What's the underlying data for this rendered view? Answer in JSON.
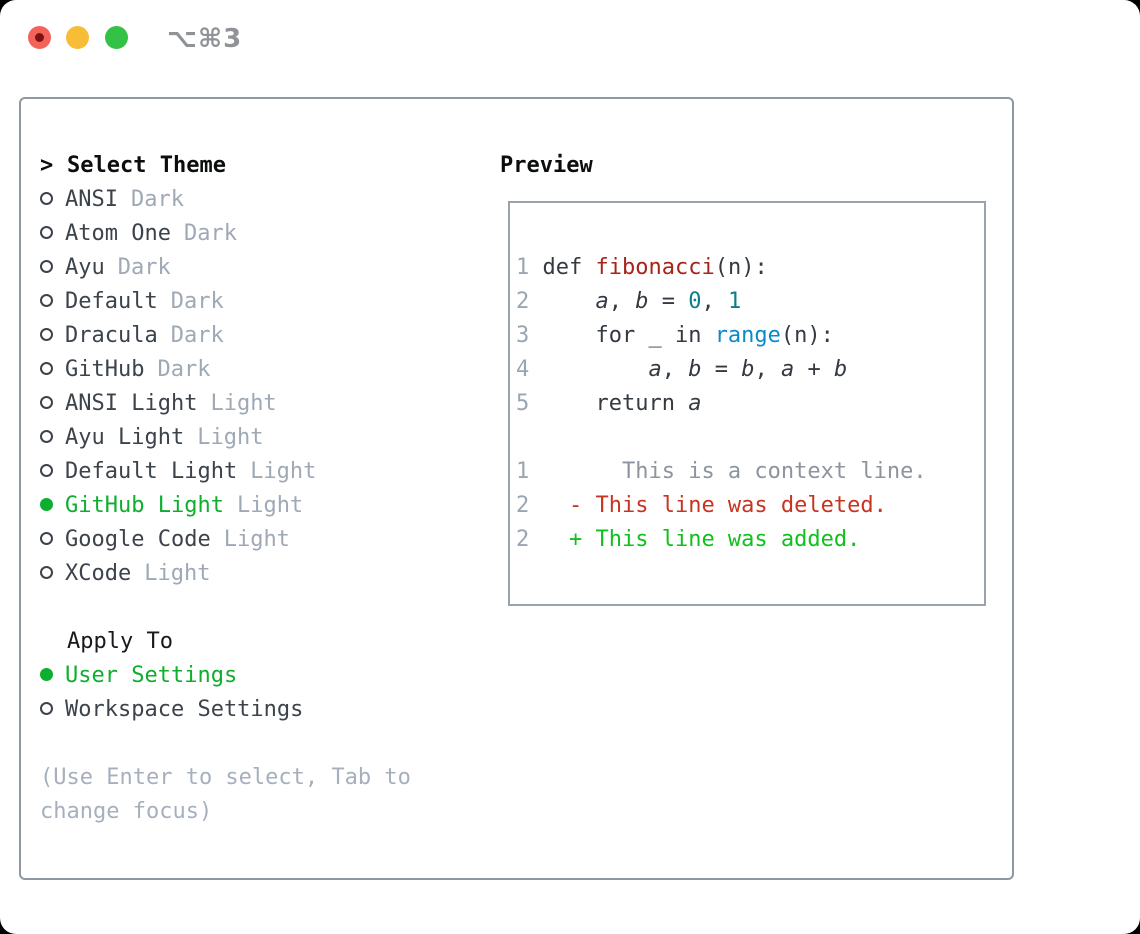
{
  "titlebar": {
    "shortcut": "⌥⌘3"
  },
  "theme_list": {
    "prompt": ">",
    "header": "Select Theme",
    "items": [
      {
        "name": "ANSI",
        "tag": "Dark",
        "selected": false
      },
      {
        "name": "Atom One",
        "tag": "Dark",
        "selected": false
      },
      {
        "name": "Ayu",
        "tag": "Dark",
        "selected": false
      },
      {
        "name": "Default",
        "tag": "Dark",
        "selected": false
      },
      {
        "name": "Dracula",
        "tag": "Dark",
        "selected": false
      },
      {
        "name": "GitHub",
        "tag": "Dark",
        "selected": false
      },
      {
        "name": "ANSI Light",
        "tag": "Light",
        "selected": false
      },
      {
        "name": "Ayu Light",
        "tag": "Light",
        "selected": false
      },
      {
        "name": "Default Light",
        "tag": "Light",
        "selected": false
      },
      {
        "name": "GitHub Light",
        "tag": "Light",
        "selected": true
      },
      {
        "name": "Google Code",
        "tag": "Light",
        "selected": false
      },
      {
        "name": "XCode",
        "tag": "Light",
        "selected": false
      }
    ]
  },
  "apply_to": {
    "label": "Apply To",
    "options": [
      {
        "name": "User Settings",
        "selected": true
      },
      {
        "name": "Workspace Settings",
        "selected": false
      }
    ]
  },
  "hint": "(Use Enter to select, Tab to change focus)",
  "preview": {
    "title": "Preview",
    "lines": [
      {
        "num": "1",
        "segments": [
          {
            "text": "def ",
            "color": "code"
          },
          {
            "text": "fibonacci",
            "color": "function"
          },
          {
            "text": "(n):",
            "color": "code"
          }
        ]
      },
      {
        "num": "2",
        "segments": [
          {
            "text": "    ",
            "color": "code"
          },
          {
            "text": "a",
            "color": "code",
            "italic": true
          },
          {
            "text": ", ",
            "color": "code"
          },
          {
            "text": "b",
            "color": "code",
            "italic": true
          },
          {
            "text": " = ",
            "color": "code"
          },
          {
            "text": "0",
            "color": "number"
          },
          {
            "text": ", ",
            "color": "code"
          },
          {
            "text": "1",
            "color": "number"
          }
        ]
      },
      {
        "num": "3",
        "segments": [
          {
            "text": "    for _ in ",
            "color": "code"
          },
          {
            "text": "range",
            "color": "builtin"
          },
          {
            "text": "(n):",
            "color": "code"
          }
        ]
      },
      {
        "num": "4",
        "segments": [
          {
            "text": "        ",
            "color": "code"
          },
          {
            "text": "a",
            "color": "code",
            "italic": true
          },
          {
            "text": ", ",
            "color": "code"
          },
          {
            "text": "b",
            "color": "code",
            "italic": true
          },
          {
            "text": " = ",
            "color": "code"
          },
          {
            "text": "b",
            "color": "code",
            "italic": true
          },
          {
            "text": ", ",
            "color": "code"
          },
          {
            "text": "a",
            "color": "code",
            "italic": true
          },
          {
            "text": " + ",
            "color": "code"
          },
          {
            "text": "b",
            "color": "code",
            "italic": true
          }
        ]
      },
      {
        "num": "5",
        "segments": [
          {
            "text": "    return ",
            "color": "code"
          },
          {
            "text": "a",
            "color": "code",
            "italic": true
          }
        ]
      },
      {
        "num": "",
        "segments": []
      },
      {
        "num": "1",
        "segments": [
          {
            "text": "      This is a context line.",
            "color": "context"
          }
        ]
      },
      {
        "num": "2",
        "segments": [
          {
            "text": "  - This line was deleted.",
            "color": "deleted"
          }
        ]
      },
      {
        "num": "2",
        "segments": [
          {
            "text": "  + This line was added.",
            "color": "added"
          }
        ]
      }
    ]
  },
  "colors": {
    "accent_green": "#0eae2e",
    "tl_red": "#f4635a",
    "tl_red_dot": "#7b1410",
    "tl_yellow": "#f8bd37",
    "tl_green": "#33c146",
    "shortcut": "#8f9297",
    "panel_border": "#8e97a4",
    "box_border": "#9aa2ad",
    "header_text": "#0b0d0f",
    "apply_header": "#16191d",
    "item_text": "#3c434b",
    "tag_gray": "#9fa9b6",
    "hint_gray": "#a6b0bd",
    "code": "#343a41",
    "function": "#a8231a",
    "number": "#0b7f89",
    "builtin": "#0b8ac9",
    "line_number": "#9aa5b3",
    "context": "#8d949d",
    "deleted": "#c83420",
    "added": "#0fc11d"
  }
}
